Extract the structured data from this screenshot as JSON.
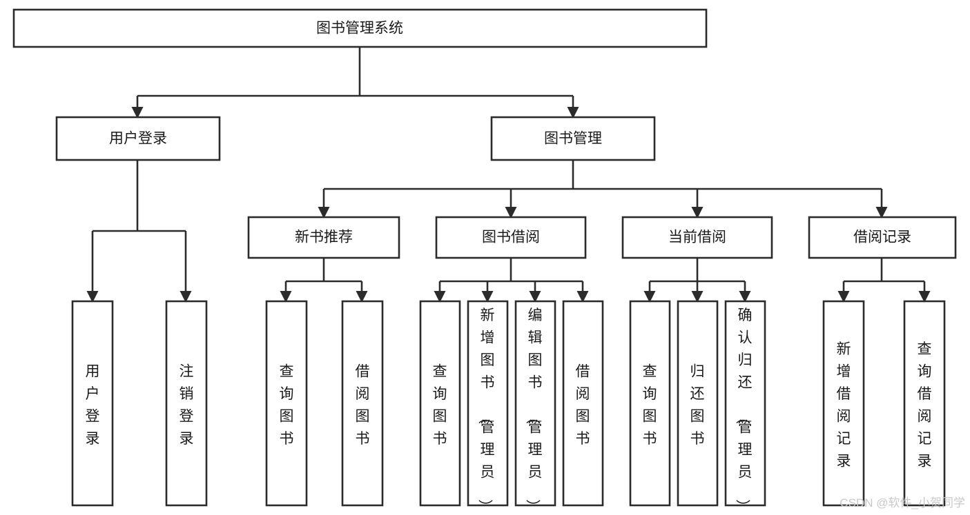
{
  "diagram": {
    "kind": "tree-structure-chart",
    "title": "图书管理系统",
    "root": {
      "id": "root",
      "label": "图书管理系统"
    },
    "level2": [
      {
        "id": "user-login",
        "label": "用户登录"
      },
      {
        "id": "book-manage",
        "label": "图书管理"
      }
    ],
    "level3": [
      {
        "id": "new-book-recommend",
        "label": "新书推荐",
        "parent": "book-manage"
      },
      {
        "id": "book-borrow",
        "label": "图书借阅",
        "parent": "book-manage"
      },
      {
        "id": "current-borrow",
        "label": "当前借阅",
        "parent": "book-manage"
      },
      {
        "id": "borrow-record",
        "label": "借阅记录",
        "parent": "book-manage"
      }
    ],
    "leaves": [
      {
        "id": "leaf-user-login",
        "label": "用户登录",
        "parent": "user-login"
      },
      {
        "id": "leaf-logout-login",
        "label": "注销登录",
        "parent": "user-login"
      },
      {
        "id": "leaf-query-book-1",
        "label": "查询图书",
        "parent": "new-book-recommend"
      },
      {
        "id": "leaf-borrow-book-1",
        "label": "借阅图书",
        "parent": "new-book-recommend"
      },
      {
        "id": "leaf-query-book-2",
        "label": "查询图书",
        "parent": "book-borrow"
      },
      {
        "id": "leaf-add-book",
        "label": "新增图书（管理员）",
        "parent": "book-borrow"
      },
      {
        "id": "leaf-edit-book",
        "label": "编辑图书（管理员）",
        "parent": "book-borrow"
      },
      {
        "id": "leaf-borrow-book-2",
        "label": "借阅图书",
        "parent": "book-borrow"
      },
      {
        "id": "leaf-query-book-3",
        "label": "查询图书",
        "parent": "current-borrow"
      },
      {
        "id": "leaf-return-book",
        "label": "归还图书",
        "parent": "current-borrow"
      },
      {
        "id": "leaf-confirm-return",
        "label": "确认归还（管理员）",
        "parent": "current-borrow"
      },
      {
        "id": "leaf-add-record",
        "label": "新增借阅记录",
        "parent": "borrow-record"
      },
      {
        "id": "leaf-query-record",
        "label": "查询借阅记录",
        "parent": "borrow-record"
      }
    ],
    "colors": {
      "box_stroke": "#2b2b2b",
      "box_fill": "#ffffff",
      "text": "#1a1a1a",
      "connector": "#2b2b2b",
      "watermark": "#c9c9c9",
      "background": "#ffffff"
    }
  },
  "watermark": {
    "label": "CSDN @软件_小贺同学"
  }
}
